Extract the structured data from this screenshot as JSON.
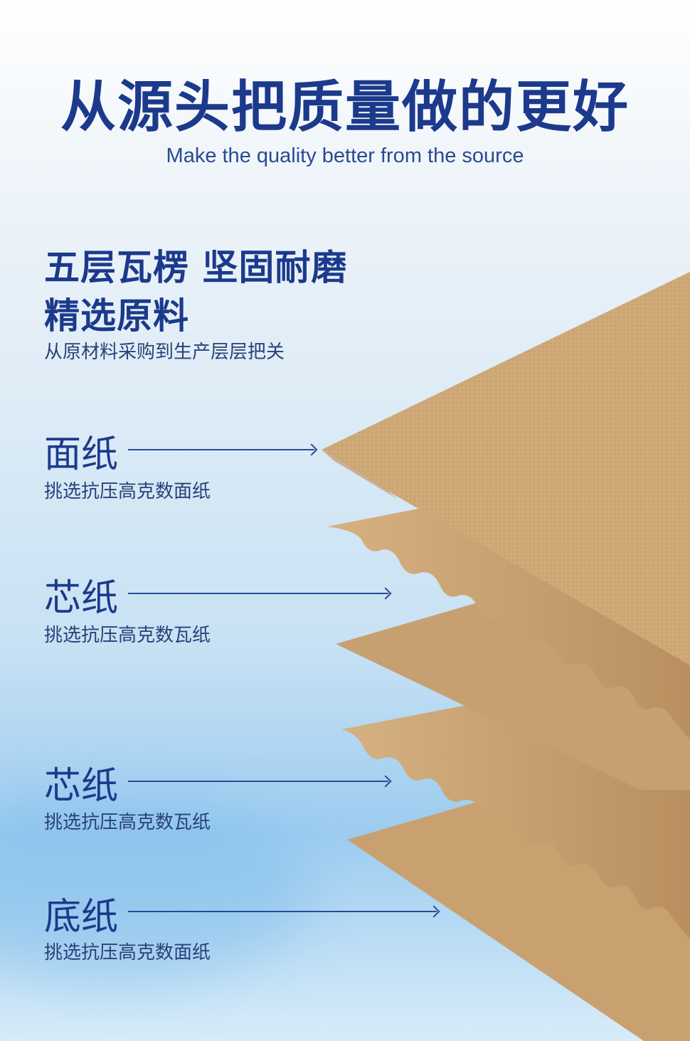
{
  "header": {
    "title": "从源头把质量做的更好",
    "subtitle": "Make the quality better from the source"
  },
  "intro": {
    "heading_line1": "五层瓦楞 坚固耐磨",
    "heading_line2": "精选原料",
    "description": "从原材料采购到生产层层把关"
  },
  "layers": [
    {
      "name": "面纸",
      "description": "挑选抗压高克数面纸"
    },
    {
      "name": "芯纸",
      "description": "挑选抗压高克数瓦纸"
    },
    {
      "name": "芯纸",
      "description": "挑选抗压高克数瓦纸"
    },
    {
      "name": "底纸",
      "description": "挑选抗压高克数面纸"
    }
  ],
  "colors": {
    "title": "#1c3a8c",
    "kraft": "#cfa877",
    "kraft_shadow": "#b38a5c",
    "background_blue": "#9cccf0"
  }
}
